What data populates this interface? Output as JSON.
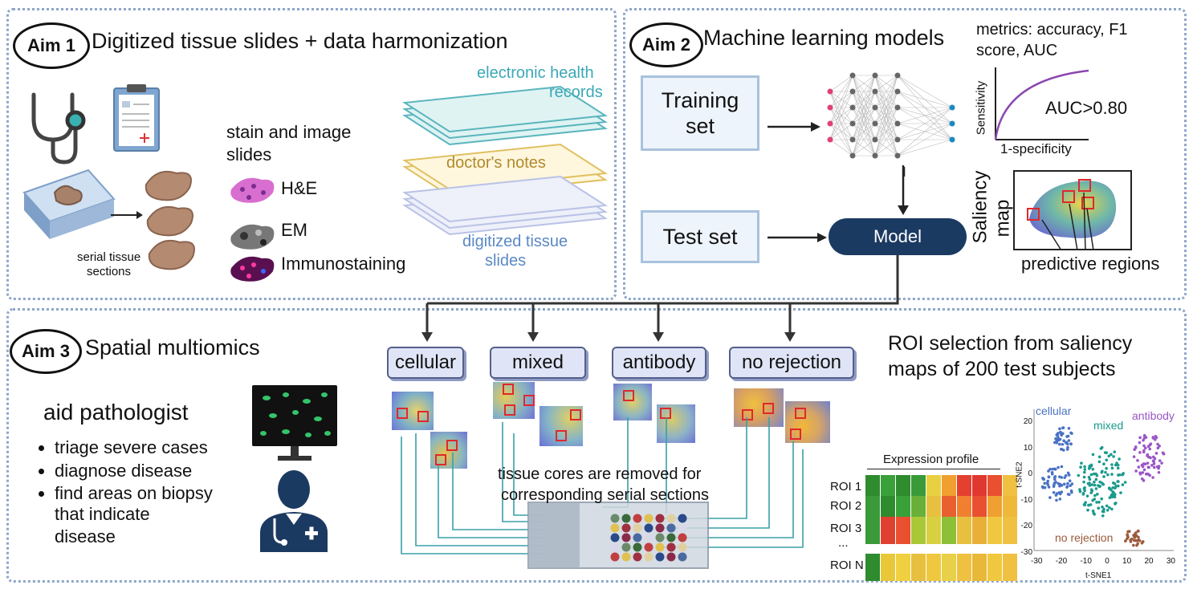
{
  "aim1": {
    "badge": "Aim 1",
    "title": "Digitized tissue slides + data harmonization",
    "stain_heading_line1": "stain and image",
    "stain_heading_line2": "slides",
    "stains": [
      "H&E",
      "EM",
      "Immunostaining"
    ],
    "serial_line1": "serial tissue",
    "serial_line2": "sections",
    "ehr_line1": "electronic health",
    "ehr_line2": "records",
    "notes": "doctor's notes",
    "digitized_line1": "digitized tissue",
    "digitized_line2": "slides"
  },
  "aim2": {
    "badge": "Aim 2",
    "title": "Machine learning models",
    "metrics_line1": "metrics: accuracy, F1",
    "metrics_line2": "score, AUC",
    "training_line1": "Training",
    "training_line2": "set",
    "test_set": "Test set",
    "model": "Model",
    "roc_ylabel": "Sensitivity",
    "roc_xlabel": "1-specificity",
    "auc": "AUC>0.80",
    "saliency_line1": "Saliency",
    "saliency_line2": "map",
    "predictive": "predictive regions"
  },
  "aim3": {
    "badge": "Aim 3",
    "title": "Spatial multiomics",
    "aid": "aid pathologist",
    "bullets": [
      "triage severe cases",
      "diagnose disease",
      "find areas on biopsy",
      "that indicate",
      "disease"
    ],
    "categories": [
      "cellular",
      "mixed",
      "antibody",
      "no rejection"
    ],
    "cores_line1": "tissue cores are removed for",
    "cores_line2": "corresponding serial sections",
    "roi_line1": "ROI selection from saliency",
    "roi_line2": "maps of 200 test subjects",
    "expr_title": "Expression profile",
    "roi_labels": [
      "ROI 1",
      "ROI 2",
      "ROI 3",
      "...",
      "ROI N"
    ],
    "tsne_xlabel": "t-SNE1",
    "tsne_ylabel": "t-SNE2",
    "tsne_xticks": [
      "-30",
      "-20",
      "-10",
      "0",
      "10",
      "20",
      "30"
    ],
    "tsne_yticks": [
      "20",
      "10",
      "0",
      "-10",
      "-20",
      "-30"
    ],
    "tsne_groups": [
      "cellular",
      "mixed",
      "antibody",
      "no rejection"
    ]
  },
  "colors": {
    "panel_border": "#8ea6c9",
    "model_fill": "#1b3a62",
    "cellular": "#4a72c4",
    "mixed": "#1a9a8c",
    "antibody": "#9a56c6",
    "no_rejection": "#9c5a3c",
    "ehr_text": "#3aa8b6",
    "notes_text": "#b08a2a",
    "digitized_text": "#5a88c4"
  }
}
